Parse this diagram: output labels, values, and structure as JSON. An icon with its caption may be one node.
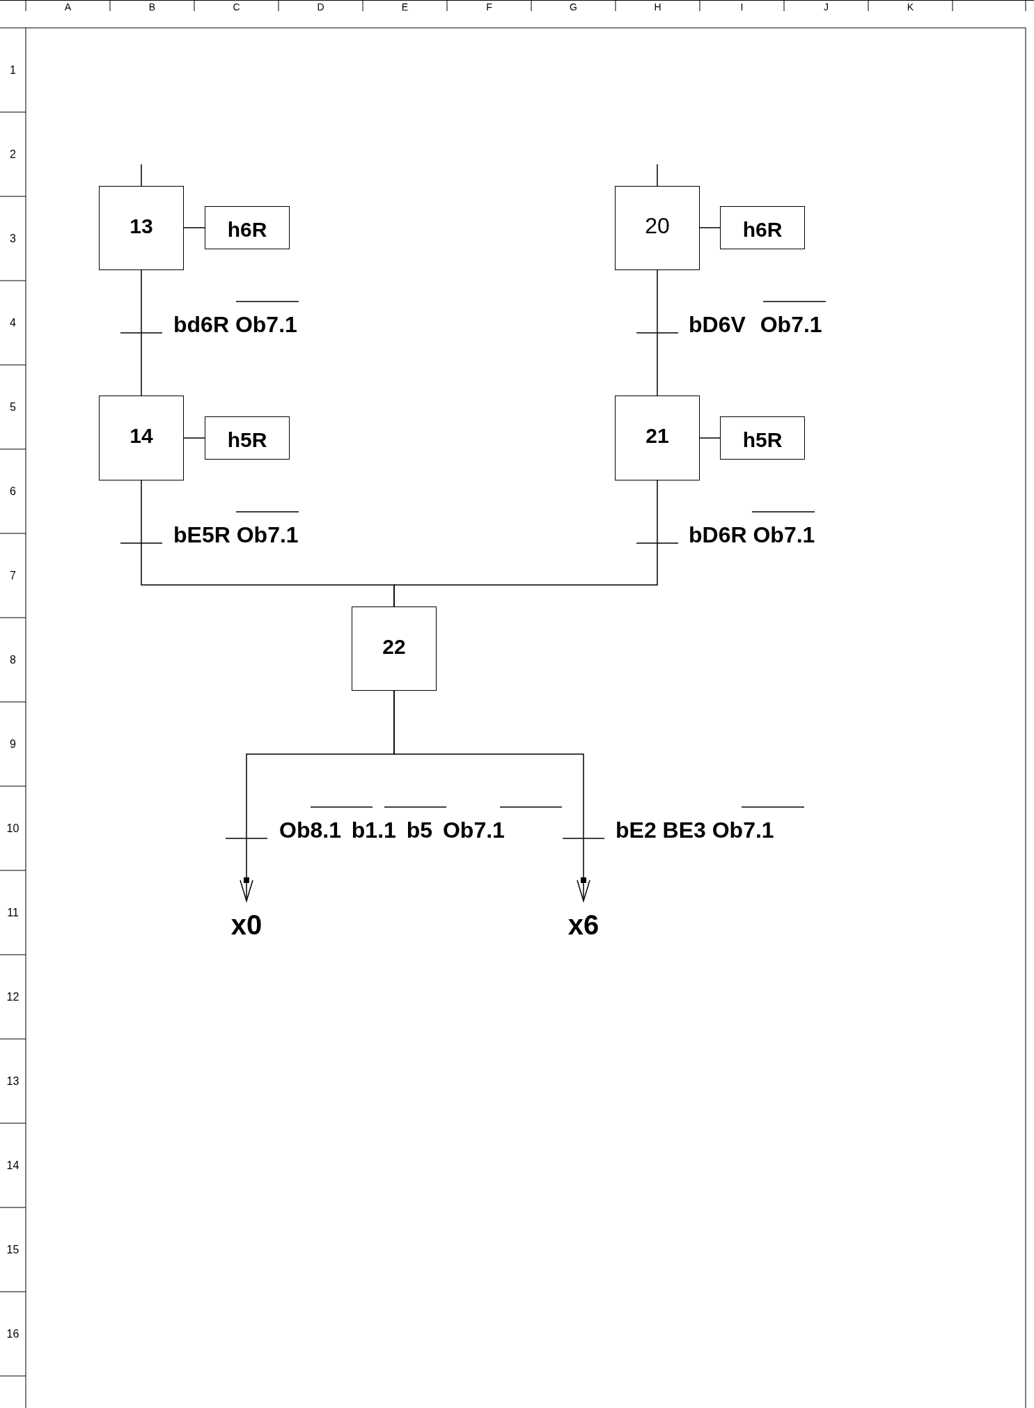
{
  "diagram": {
    "nodes": [
      {
        "text": [
          "13"
        ]
      },
      {
        "text": [
          "h6R"
        ]
      },
      {
        "text": [
          "20"
        ]
      },
      {
        "text": [
          "h6R"
        ]
      },
      {
        "text": [
          "14"
        ]
      },
      {
        "text": [
          "h5R"
        ]
      },
      {
        "text": [
          "21"
        ]
      },
      {
        "text": [
          "h5R"
        ]
      },
      {
        "text": [
          "22"
        ]
      },
      {
        "text": [
          "x0"
        ]
      },
      {
        "text": [
          "x6"
        ]
      }
    ],
    "edges": [
      {
        "from": null,
        "to": 0,
        "arrow": "none"
      },
      {
        "from": null,
        "to": 2,
        "arrow": "none"
      },
      {
        "from": 0,
        "to": 1,
        "arrow": "none"
      },
      {
        "from": 2,
        "to": 3,
        "arrow": "none"
      },
      {
        "from": 0,
        "to": 4,
        "arrow": "none",
        "label": "bd6R Ob7.1"
      },
      {
        "from": 2,
        "to": 6,
        "arrow": "none",
        "label": "bD6V Ob7.1"
      },
      {
        "from": 4,
        "to": 5,
        "arrow": "none"
      },
      {
        "from": 6,
        "to": 7,
        "arrow": "none"
      },
      {
        "from": 4,
        "to": 8,
        "arrow": "none",
        "label": "bE5R Ob7.1"
      },
      {
        "from": 6,
        "to": 8,
        "arrow": "none",
        "label": "bD6R Ob7.1"
      },
      {
        "from": 8,
        "to": 9,
        "arrow": "to",
        "label": "Ob8.1 b1.1 b5 Ob7.1"
      },
      {
        "from": 8,
        "to": 10,
        "arrow": "to",
        "label": "bE2 BE3 Ob7.1"
      }
    ],
    "labels": [
      "A",
      "B",
      "C",
      "D",
      "E",
      "F",
      "G",
      "H",
      "I",
      "J",
      "K",
      "1",
      "2",
      "3",
      "4",
      "5",
      "6",
      "7",
      "8",
      "9",
      "10",
      "11",
      "12",
      "13",
      "14",
      "15",
      "16"
    ]
  }
}
